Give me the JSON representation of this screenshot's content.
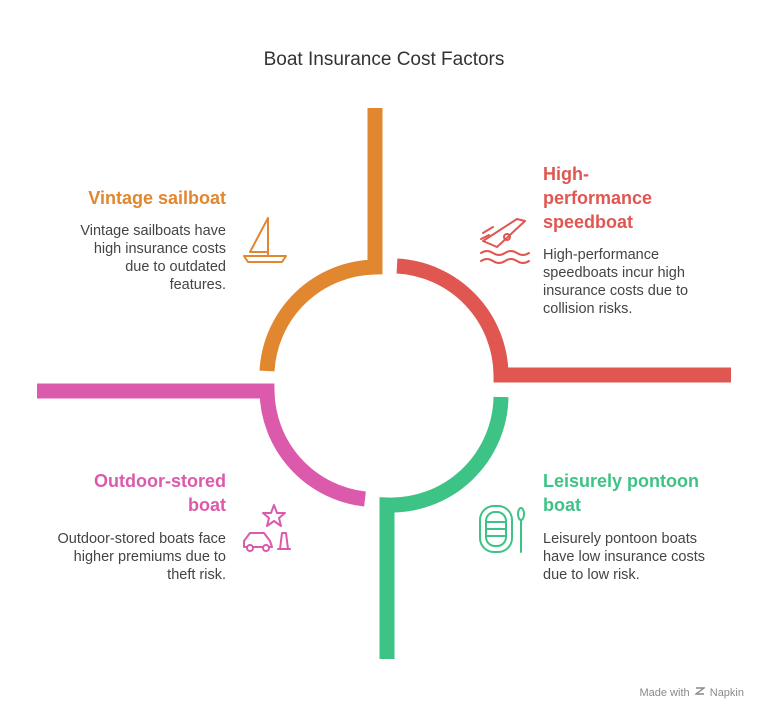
{
  "title": "Boat Insurance Cost Factors",
  "colors": {
    "orange": "#E0872F",
    "red": "#E05651",
    "pink": "#DC5AAC",
    "green": "#3DC385",
    "text": "#444444"
  },
  "quadrants": {
    "top_left": {
      "heading": "Vintage sailboat",
      "desc": "Vintage sailboats have high insurance costs due to outdated features.",
      "icon": "sailboat-icon"
    },
    "top_right": {
      "heading": "High-performance speedboat",
      "desc": "High-performance speedboats incur high insurance costs due to collision risks.",
      "icon": "speedboat-icon"
    },
    "bottom_left": {
      "heading": "Outdoor-stored boat",
      "desc": "Outdoor-stored boats face higher premiums due to theft risk.",
      "icon": "car-star-icon"
    },
    "bottom_right": {
      "heading": "Leisurely pontoon boat",
      "desc": "Leisurely pontoon boats have low insurance costs due to low risk.",
      "icon": "pontoon-boat-icon"
    }
  },
  "watermark": {
    "made_with": "Made with",
    "brand": "Napkin"
  }
}
